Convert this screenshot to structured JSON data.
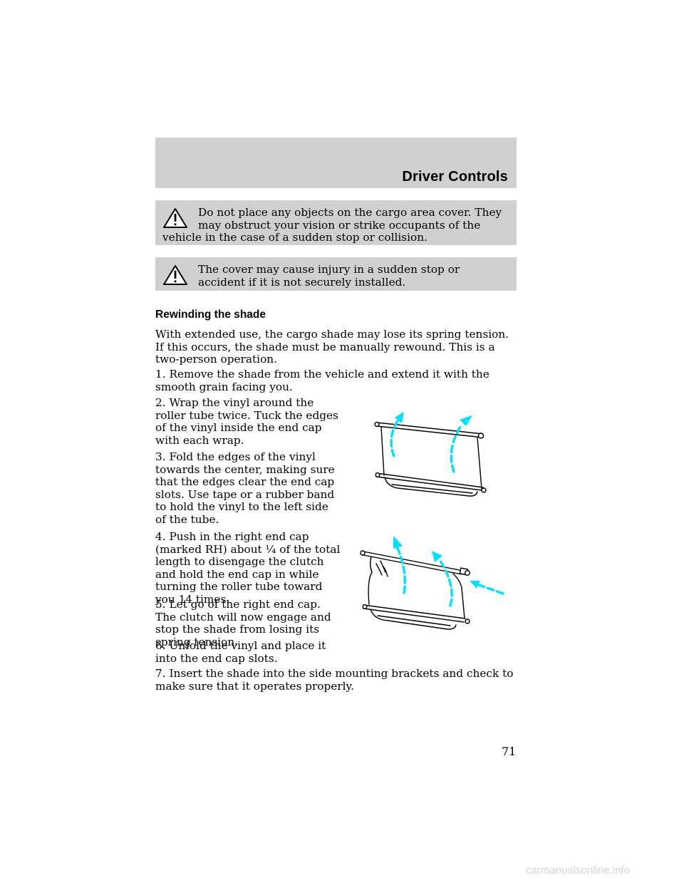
{
  "header": {
    "title": "Driver Controls"
  },
  "warnings": [
    {
      "text": "Do not place any objects on the cargo area cover. They may obstruct your vision or strike occupants of the vehicle in the case of a sudden stop or collision."
    },
    {
      "text": "The cover may cause injury in a sudden stop or accident if it is not securely installed."
    }
  ],
  "section": {
    "heading": "Rewinding the shade",
    "intro": "With extended use, the cargo shade may lose its spring tension. If this occurs, the shade must be manually rewound. This is a two-person operation.",
    "steps": [
      "1. Remove the shade from the vehicle and extend it with the smooth grain facing you.",
      "2. Wrap the vinyl around the roller tube twice. Tuck the edges of the vinyl inside the end cap with each wrap.",
      "3. Fold the edges of the vinyl towards the center, making sure that the edges clear the end cap slots. Use tape or a rubber band to hold the vinyl to the left side of the tube.",
      "4. Push in the right end cap (marked RH) about ¹⁄₄ of the total length to disengage the clutch and hold the end cap in while turning the roller tube toward you 14 times.",
      "5. Let go of the right end cap. The clutch will now engage and stop the shade from losing its spring tension.",
      "6. Unfold the vinyl and place it into the end cap slots.",
      "7. Insert the shade into the side mounting brackets and check to make sure that it operates properly."
    ]
  },
  "page_number": "71",
  "watermark": "carmanualsonline.info",
  "colors": {
    "band": "#d0d0d0",
    "arrow": "#00e0ff"
  },
  "icons": [
    "warning-triangle-icon",
    "warning-triangle-icon"
  ]
}
